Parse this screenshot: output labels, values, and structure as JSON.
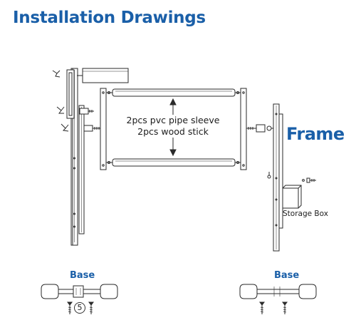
{
  "title": "Installation Drawings",
  "frame_label": "Frame",
  "pipe_label": {
    "line1": "2pcs pvc pipe sleeve",
    "line2": "2pcs wood stick"
  },
  "storage_box_label": "Storage Box",
  "bases": [
    {
      "label": "Base",
      "quantity_badge": "5"
    },
    {
      "label": "Base"
    }
  ],
  "colors": {
    "heading": "#1a5fa8",
    "line_art": "#2a2a2a"
  }
}
